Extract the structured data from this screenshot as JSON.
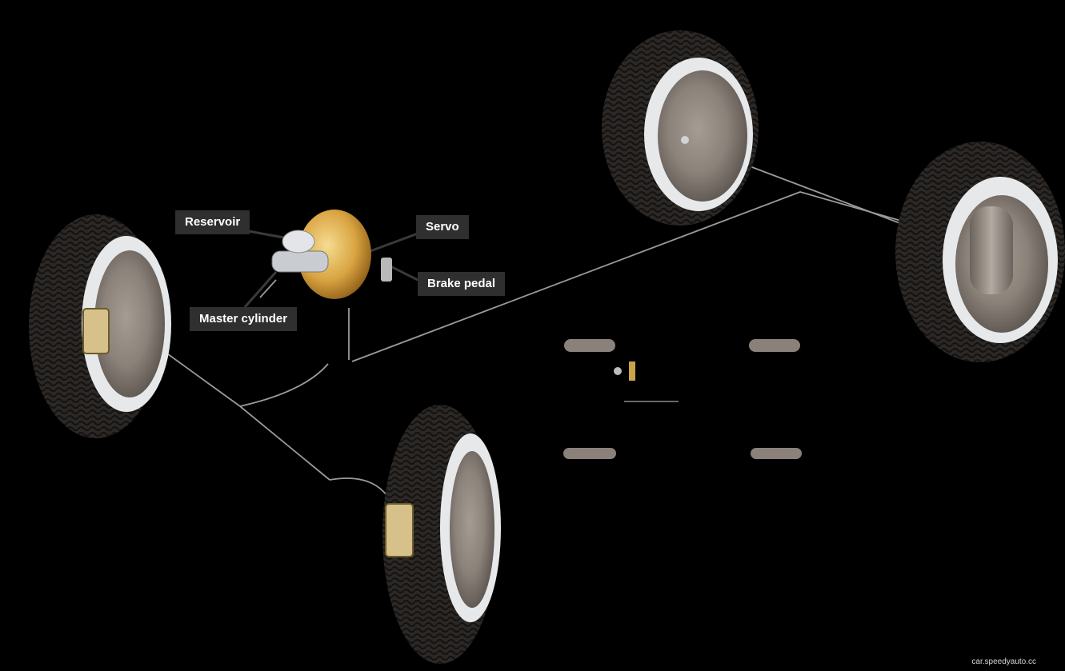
{
  "labels": {
    "reservoir": "Reservoir",
    "servo": "Servo",
    "brake_pedal": "Brake pedal",
    "master_cylinder": "Master cylinder"
  },
  "watermark": "car.speedyauto.cc",
  "colors": {
    "background": "#000000",
    "label_background": "#2f2f2f",
    "label_text": "#ffffff",
    "tyre": "#2b2826",
    "wheel_rim": "#cfd4d8",
    "servo": "#d9a441",
    "brake_line": "#9a9a9a"
  }
}
